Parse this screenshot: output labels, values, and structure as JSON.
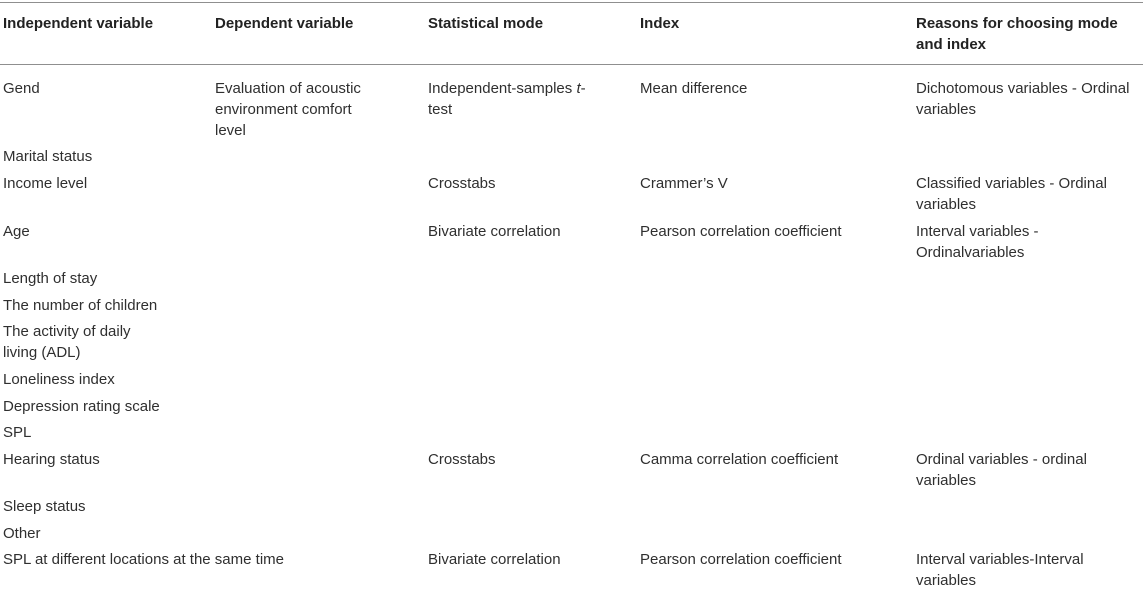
{
  "table": {
    "headers": [
      "Independent variable",
      "Dependent variable",
      "Statistical mode",
      "Index",
      "Reasons for choosing mode and index"
    ],
    "rows": [
      {
        "independent": "Gend",
        "dependent": "Evaluation of acoustic environment comfort level",
        "mode_italic": "t",
        "mode_prefix": "Independent-samples ",
        "mode_suffix": "-test",
        "index": "Mean difference",
        "reason": "Dichotomous variables - Ordinal variables"
      },
      {
        "independent": "Marital status"
      },
      {
        "independent": "Income level",
        "mode": "Crosstabs",
        "index": "Crammer’s V",
        "reason": "Classified variables - Ordinal variables"
      },
      {
        "independent": "Age",
        "mode": "Bivariate correlation",
        "index": "Pearson correlation coefficient",
        "reason": "Interval variables - Ordinalvariables"
      },
      {
        "independent": "Length of stay"
      },
      {
        "independent": "The number of children"
      },
      {
        "independent": "The activity of daily living (ADL)"
      },
      {
        "independent": "Loneliness index"
      },
      {
        "independent": "Depression rating scale"
      },
      {
        "independent": "SPL"
      },
      {
        "independent": "Hearing status",
        "mode": "Crosstabs",
        "index": "Camma correlation coefficient",
        "reason": "Ordinal variables - ordinal variables"
      },
      {
        "independent": "Sleep status"
      },
      {
        "independent": "Other"
      },
      {
        "independent": "SPL at different locations at the same time",
        "mode": "Bivariate correlation",
        "index": "Pearson correlation coefficient",
        "reason": "Interval variables-Interval variables"
      }
    ]
  }
}
